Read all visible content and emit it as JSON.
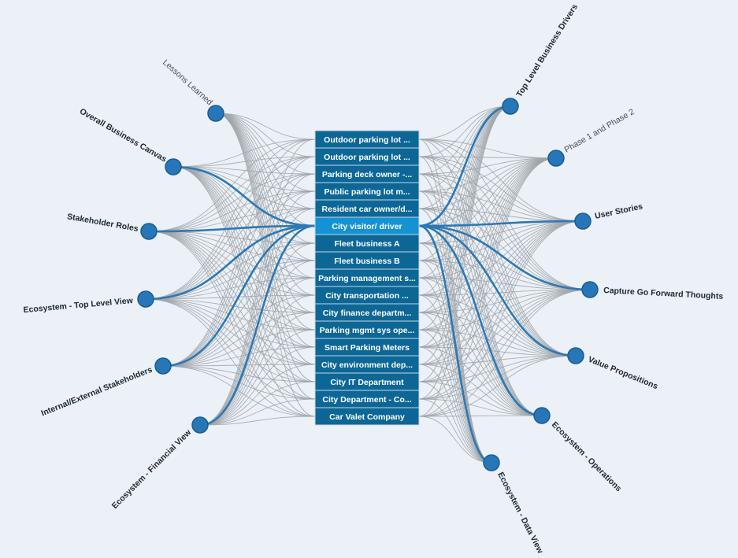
{
  "left_nodes": [
    {
      "id": "lessons",
      "label": "Lessons Learned",
      "style": "light",
      "highlight": false
    },
    {
      "id": "overall",
      "label": "Overall Business Canvas",
      "style": "bold",
      "highlight": true
    },
    {
      "id": "roles",
      "label": "Stakeholder Roles",
      "style": "bold",
      "highlight": true
    },
    {
      "id": "eco-top",
      "label": "Ecosystem - Top Level View",
      "style": "bold",
      "highlight": true
    },
    {
      "id": "intext",
      "label": "Internal/External Stakeholders",
      "style": "bold",
      "highlight": true
    },
    {
      "id": "eco-fin",
      "label": "Ecosystem - Financial View",
      "style": "bold",
      "highlight": true
    }
  ],
  "right_nodes": [
    {
      "id": "drivers",
      "label": "Top Level Business Drivers",
      "style": "bold",
      "highlight": true
    },
    {
      "id": "phase",
      "label": "Phase 1 and Phase 2",
      "style": "light",
      "highlight": false
    },
    {
      "id": "stories",
      "label": "User Stories",
      "style": "bold",
      "highlight": true
    },
    {
      "id": "capture",
      "label": "Capture Go Forward Thoughts",
      "style": "bold",
      "highlight": true
    },
    {
      "id": "value",
      "label": "Value Propositions",
      "style": "bold",
      "highlight": true
    },
    {
      "id": "eco-ops",
      "label": "Ecosystem - Operations",
      "style": "bold",
      "highlight": true
    },
    {
      "id": "eco-data",
      "label": "Ecosystem - Data View",
      "style": "bold",
      "highlight": true
    }
  ],
  "stakeholders": [
    {
      "label": "Outdoor parking lot ...",
      "active": false
    },
    {
      "label": "Outdoor parking lot ...",
      "active": false
    },
    {
      "label": "Parking deck owner -...",
      "active": false
    },
    {
      "label": "Public parking lot m...",
      "active": false
    },
    {
      "label": "Resident car owner/d...",
      "active": false
    },
    {
      "label": "City visitor/ driver",
      "active": true
    },
    {
      "label": "Fleet business A",
      "active": false
    },
    {
      "label": "Fleet business B",
      "active": false
    },
    {
      "label": "Parking management s...",
      "active": false
    },
    {
      "label": "City transportation ...",
      "active": false
    },
    {
      "label": "City finance departm...",
      "active": false
    },
    {
      "label": "Parking mgmt sys ope...",
      "active": false
    },
    {
      "label": "Smart Parking Meters",
      "active": false
    },
    {
      "label": "City environment dep...",
      "active": false
    },
    {
      "label": "City IT Department",
      "active": false
    },
    {
      "label": "City Department - Co...",
      "active": false
    },
    {
      "label": "Car Valet Company",
      "active": false
    }
  ],
  "colors": {
    "background": "#ebf1f6",
    "node": "#2777b8",
    "box": "#0d6796",
    "box_active": "#1592d3",
    "link": "#9ea3a8",
    "link_highlight": "#2e78b3"
  }
}
